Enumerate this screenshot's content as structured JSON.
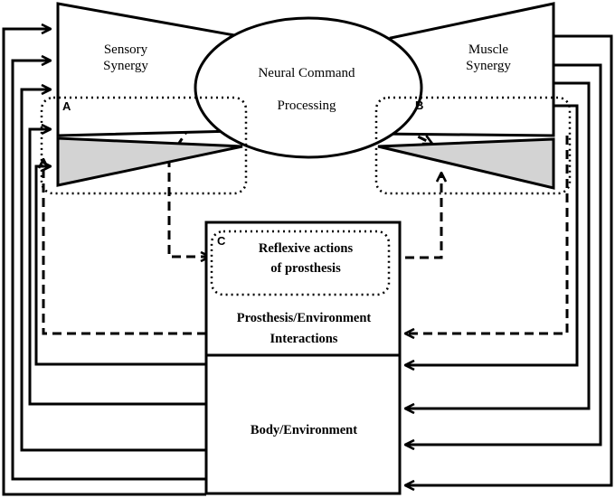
{
  "diagram": {
    "sensory_synergy": {
      "line1": "Sensory",
      "line2": "Synergy"
    },
    "muscle_synergy": {
      "line1": "Muscle",
      "line2": "Synergy"
    },
    "neural_command": {
      "line1": "Neural Command",
      "line2": "Processing"
    },
    "reflexive": {
      "line1": "Reflexive actions",
      "line2": "of prosthesis"
    },
    "prosthesis_env": {
      "line1": "Prosthesis/Environment",
      "line2": "Interactions"
    },
    "body_env": {
      "label": "Body/Environment"
    },
    "region_labels": {
      "a": "A",
      "b": "B",
      "c": "C"
    }
  }
}
